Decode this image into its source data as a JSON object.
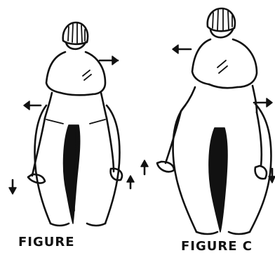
{
  "figures": [
    {
      "id": "left",
      "caption": "FIGURE"
    },
    {
      "id": "right",
      "caption": "FIGURE C"
    }
  ]
}
